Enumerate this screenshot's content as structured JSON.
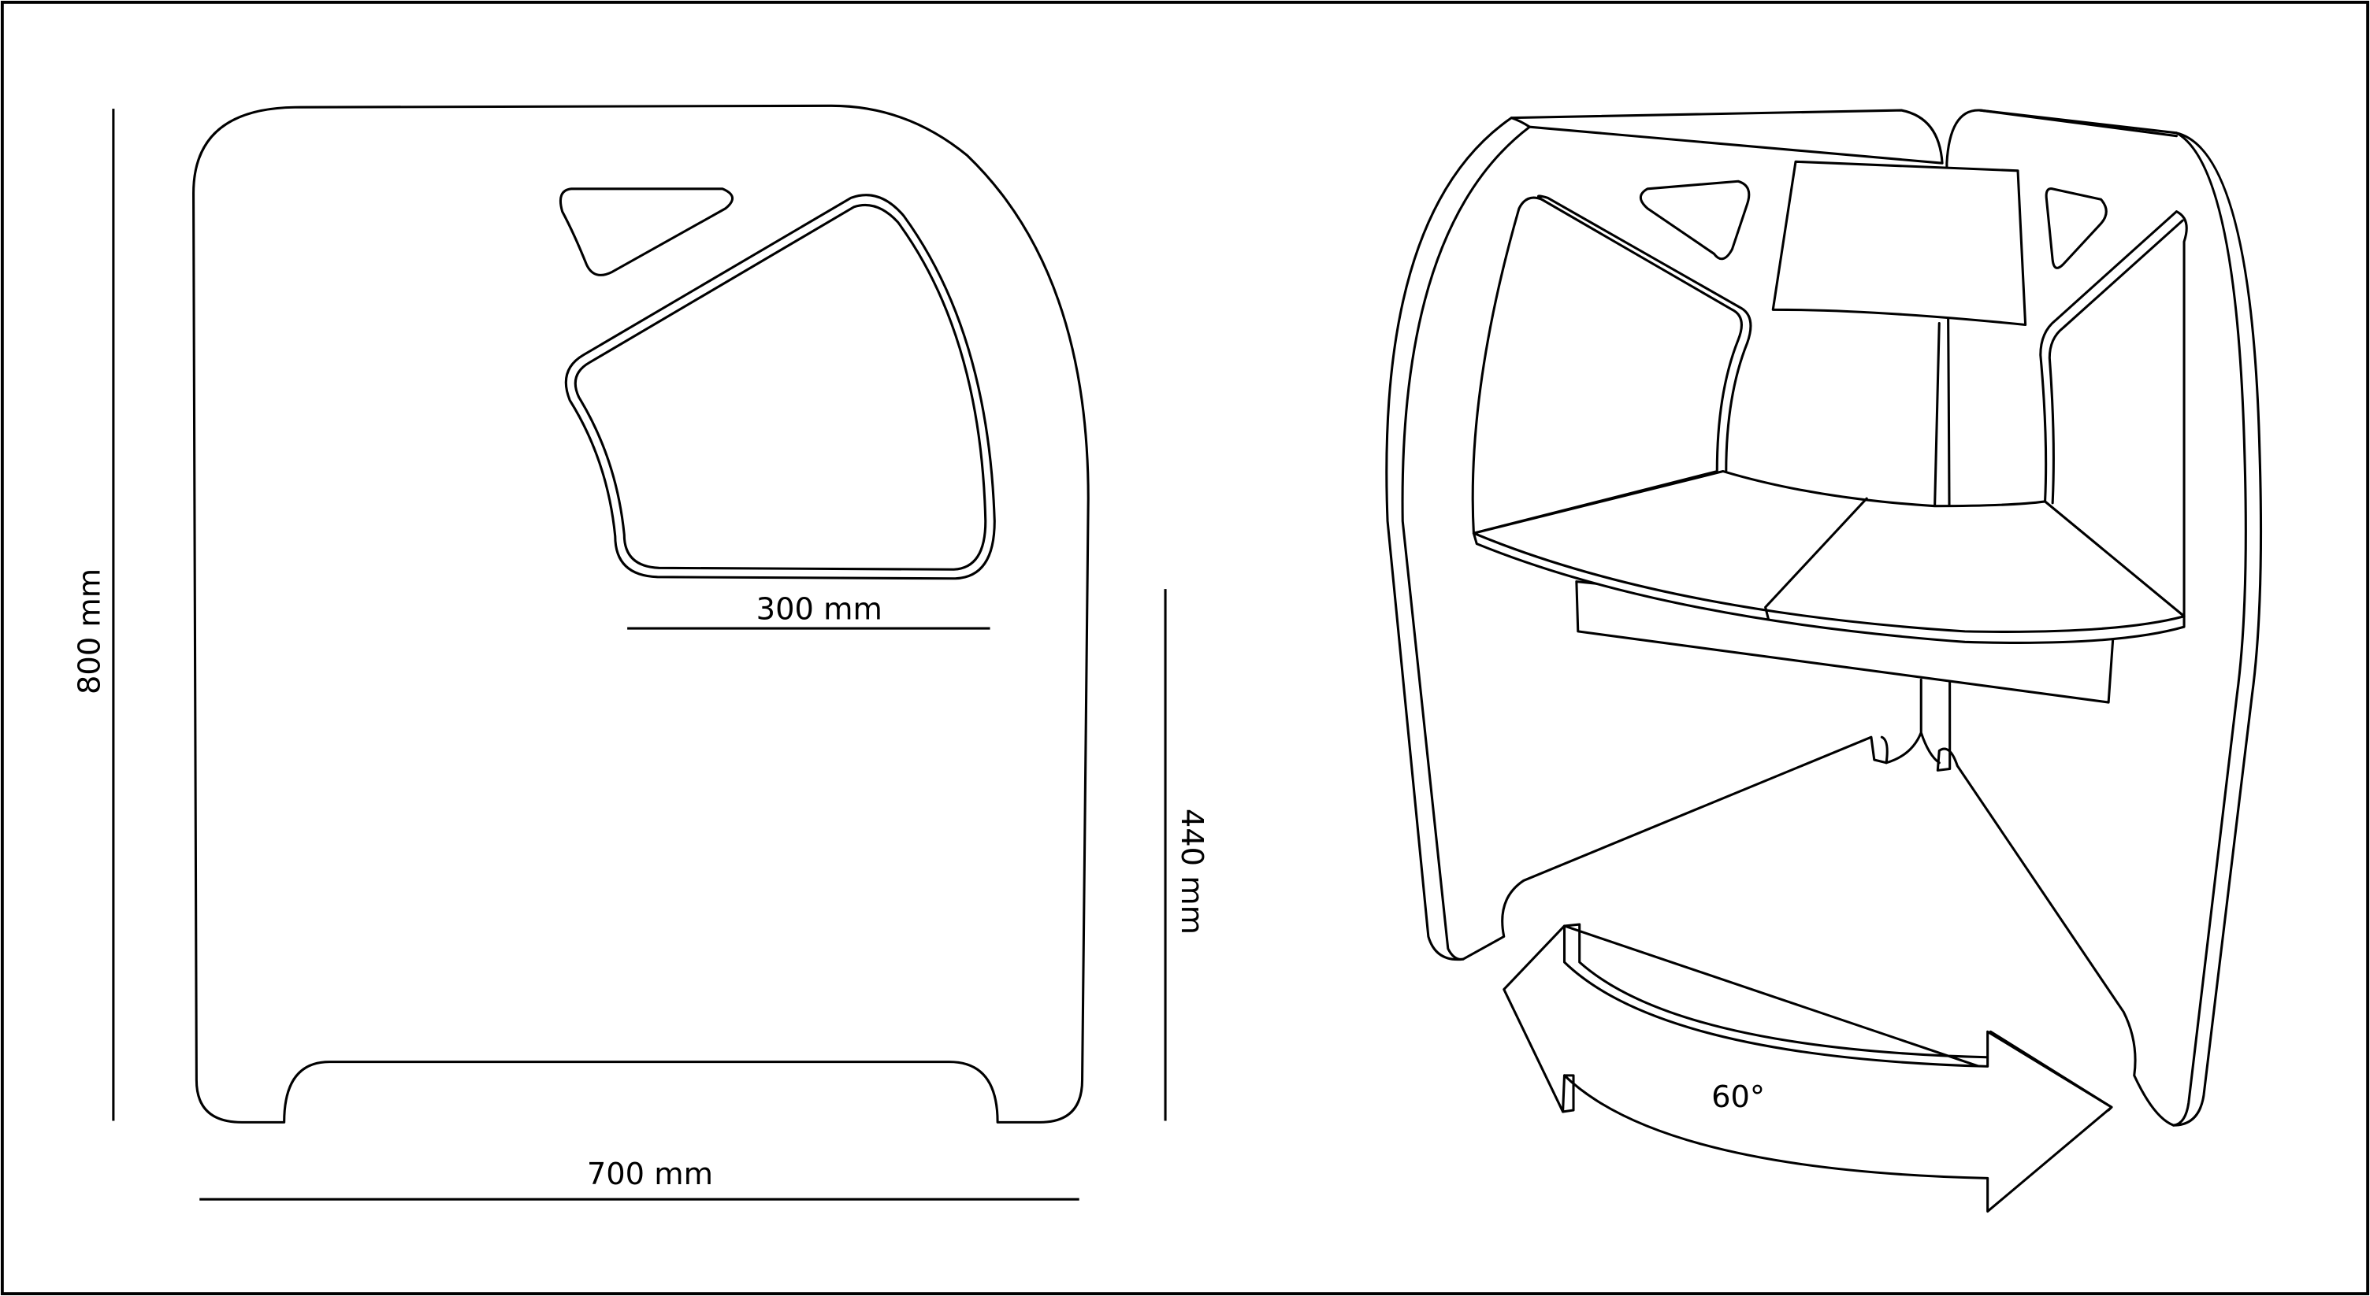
{
  "drawing": {
    "side_view": {
      "height_label": "800 mm",
      "opening_width_label": "300 mm",
      "seat_height_label": "440 mm",
      "width_label": "700 mm"
    },
    "perspective_view": {
      "rotation_label": "60°"
    }
  },
  "colors": {
    "line": "#000000",
    "background": "#ffffff"
  }
}
